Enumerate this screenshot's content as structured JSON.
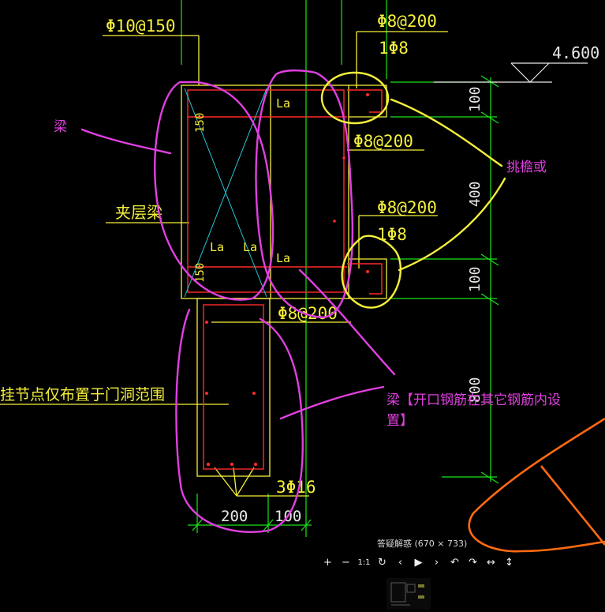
{
  "drawing": {
    "labels": {
      "rebar_top_left": "Φ10@150",
      "rebar_top_right": "Φ8@200",
      "bar_top_right": "1Φ8",
      "elevation": "4.600",
      "rebar_mid": "Φ8@200",
      "rebar_lower": "Φ8@200",
      "bar_lower": "1Φ8",
      "rebar_bottom": "Φ8@200",
      "mezzanine_beam": "夹层梁",
      "note_left": "挂节点仅布置于门洞范围",
      "main_bars": "3Φ16",
      "anchor_la": "La",
      "spacing_150": "150",
      "dim_100_top": "100",
      "dim_400": "400",
      "dim_100_bottom": "100",
      "dim_800": "800",
      "width_200": "200",
      "width_100": "100"
    },
    "annotations": {
      "beam": "梁",
      "cantilever": "挑檐或",
      "beam_note_line1": "梁【开口钢筋在其它钢筋内设",
      "beam_note_line2": "置】"
    },
    "colors": {
      "background": "#000000",
      "rebar_text": "#f5f03a",
      "dimension": "#19e619",
      "concrete_outline": "#f5f03a",
      "rebar_line": "#ff2a2a",
      "annotation": "#e040e0",
      "highlight": "#f5f03a",
      "cross_line": "#22c8d8",
      "orange_shape": "#ff6a10"
    }
  },
  "viewer": {
    "caption": "答疑解惑 (670 × 733)",
    "toolbar": [
      {
        "name": "zoom-in-button",
        "glyph": "+"
      },
      {
        "name": "zoom-out-button",
        "glyph": "−"
      },
      {
        "name": "actual-size-button",
        "glyph": "1:1"
      },
      {
        "name": "reset-button",
        "glyph": "↻"
      },
      {
        "name": "previous-button",
        "glyph": "‹"
      },
      {
        "name": "play-button",
        "glyph": "▶"
      },
      {
        "name": "next-button",
        "glyph": "›"
      },
      {
        "name": "rotate-left-button",
        "glyph": "↶"
      },
      {
        "name": "rotate-right-button",
        "glyph": "↷"
      },
      {
        "name": "flip-horizontal-button",
        "glyph": "↔"
      },
      {
        "name": "flip-vertical-button",
        "glyph": "↕"
      }
    ]
  }
}
